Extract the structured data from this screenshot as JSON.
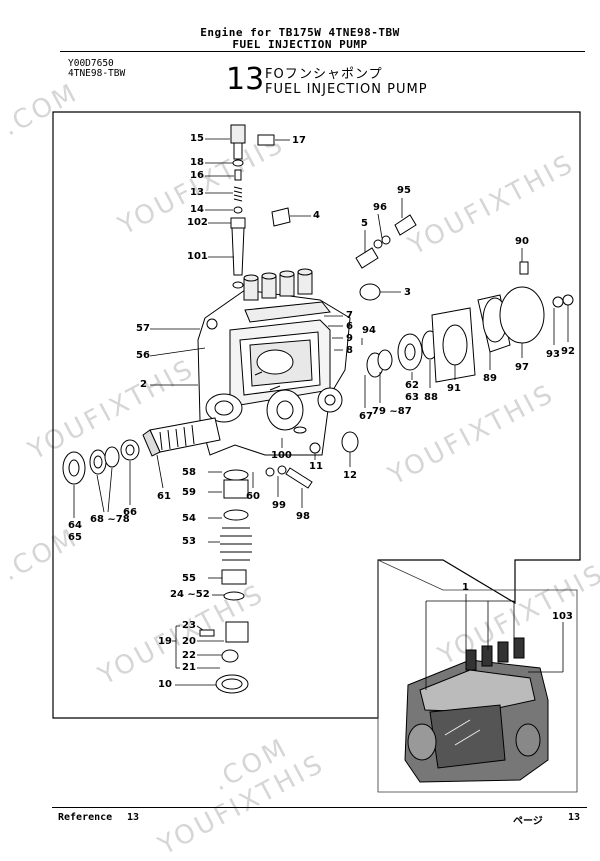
{
  "header": {
    "line1": "Engine for TB175W  4TNE98-TBW",
    "line2": "FUEL INJECTION PUMP"
  },
  "codes": {
    "part_code": "Y00D7650",
    "model": "4TNE98-TBW"
  },
  "section": {
    "number": "13",
    "title_jp": "FOフンシャポンプ",
    "title_en": "FUEL INJECTION PUMP"
  },
  "watermark": {
    "text1": "YOUFIXTHIS",
    "text2": ".COM"
  },
  "labels": {
    "l15": "15",
    "l17": "17",
    "l18": "18",
    "l16": "16",
    "l13": "13",
    "l14": "14",
    "l102": "102",
    "l101": "101",
    "l4": "4",
    "l95": "95",
    "l96": "96",
    "l5": "5",
    "l90": "90",
    "l3": "3",
    "l7": "7",
    "l6": "6",
    "l9": "9",
    "l8": "8",
    "l94": "94",
    "l57": "57",
    "l56": "56",
    "l2": "2",
    "l62": "62",
    "l63": "63",
    "l88": "88",
    "l91": "91",
    "l89": "89",
    "l97": "97",
    "l93": "93",
    "l92": "92",
    "l67": "67",
    "l79_87": "79 ~87",
    "l11": "11",
    "l12": "12",
    "l100": "100",
    "l58": "58",
    "l59": "59",
    "l60": "60",
    "l99": "99",
    "l98": "98",
    "l54": "54",
    "l53": "53",
    "l55": "55",
    "l24_52": "24 ~52",
    "l61": "61",
    "l64": "64",
    "l65": "65",
    "l68_78": "68 ~78",
    "l66": "66",
    "l23": "23",
    "l19": "19",
    "l20": "20",
    "l22": "22",
    "l21": "21",
    "l10": "10",
    "l1": "1",
    "l103": "103"
  },
  "footer": {
    "left_label": "Reference",
    "left_num": "13",
    "right_label": "ページ",
    "right_num": "13"
  }
}
